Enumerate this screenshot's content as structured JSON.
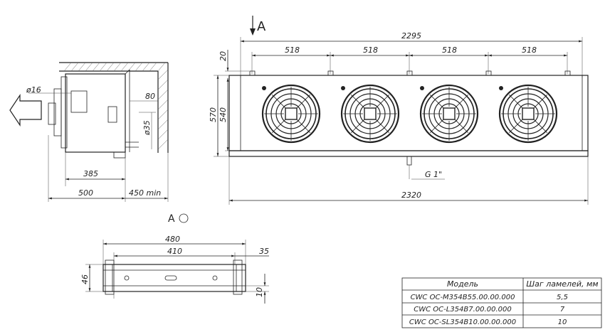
{
  "side_view": {
    "diameter_label": "ø16",
    "pipe_label": "ø35",
    "offset_label": "80",
    "depth_385": "385",
    "depth_500": "500",
    "clearance_label": "450 min"
  },
  "front_view": {
    "section_marker": "A",
    "overall_width_top": "2295",
    "fan_spacing": [
      "518",
      "518",
      "518",
      "518"
    ],
    "height_20": "20",
    "height_570": "570",
    "height_540": "540",
    "drain_label": "G 1\"",
    "overall_width_bottom": "2320",
    "fan_count": 4
  },
  "section_view": {
    "title": "A",
    "width_480": "480",
    "width_410": "410",
    "dim_35": "35",
    "dim_46": "46",
    "dim_10": "10"
  },
  "spec_table": {
    "headers": [
      "Модель",
      "Шаг ламелей, мм"
    ],
    "rows": [
      [
        "CWC OC-M354B55.00.00.000",
        "5,5"
      ],
      [
        "CWC OC-L354B7.00.00.000",
        "7"
      ],
      [
        "CWC OC-SL354B10.00.00.000",
        "10"
      ]
    ]
  }
}
